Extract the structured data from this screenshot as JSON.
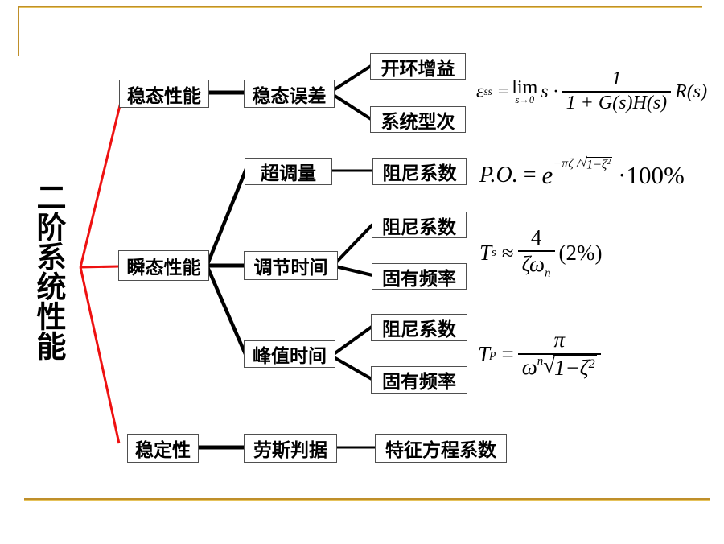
{
  "colors": {
    "red": "#ee1111",
    "gold_dark": "#bf8f2a",
    "gold_light": "#e6c35c"
  },
  "title": {
    "vertical_label": "二阶系统性能"
  },
  "nodes": {
    "steady": "稳态性能",
    "transient": "瞬态性能",
    "stability": "稳定性",
    "steady_error": "稳态误差",
    "open_loop_gain": "开环增益",
    "system_type": "系统型次",
    "overshoot": "超调量",
    "settling_time": "调节时间",
    "peak_time": "峰值时间",
    "routh_criterion": "劳斯判据",
    "damping_overshoot": "阻尼系数",
    "damping_settling": "阻尼系数",
    "natural_freq_settling": "固有频率",
    "damping_peak": "阻尼系数",
    "natural_freq_peak": "固有频率",
    "char_eq_coeff": "特征方程系数"
  },
  "formulas": {
    "ess": {
      "lhs": "ε",
      "lhs_sub": "ss",
      "rel": "=",
      "lim": "lim",
      "lim_sub": "s→0",
      "factor": "s ·",
      "num": "1",
      "den": "1 + G(s)H(s)",
      "tail": "R(s)"
    },
    "po": {
      "lhs": "P.O.",
      "rel": "=",
      "base": "e",
      "exp_prefix": "−πζ /",
      "radical": "√",
      "radicand": "1−ζ",
      "rad_sup": "2",
      "tail": "·100%"
    },
    "ts": {
      "lhs": "T",
      "lhs_sub": "s",
      "rel": "≈",
      "num": "4",
      "den": "ζω",
      "den_sub": "n",
      "tail": "(2%)"
    },
    "tp": {
      "lhs": "T",
      "lhs_sub": "p",
      "rel": "=",
      "num": "π",
      "den_pre": "ω",
      "den_pre_sub": "n",
      "radical": "√",
      "radicand": "1−ζ",
      "rad_sup": "2"
    }
  }
}
